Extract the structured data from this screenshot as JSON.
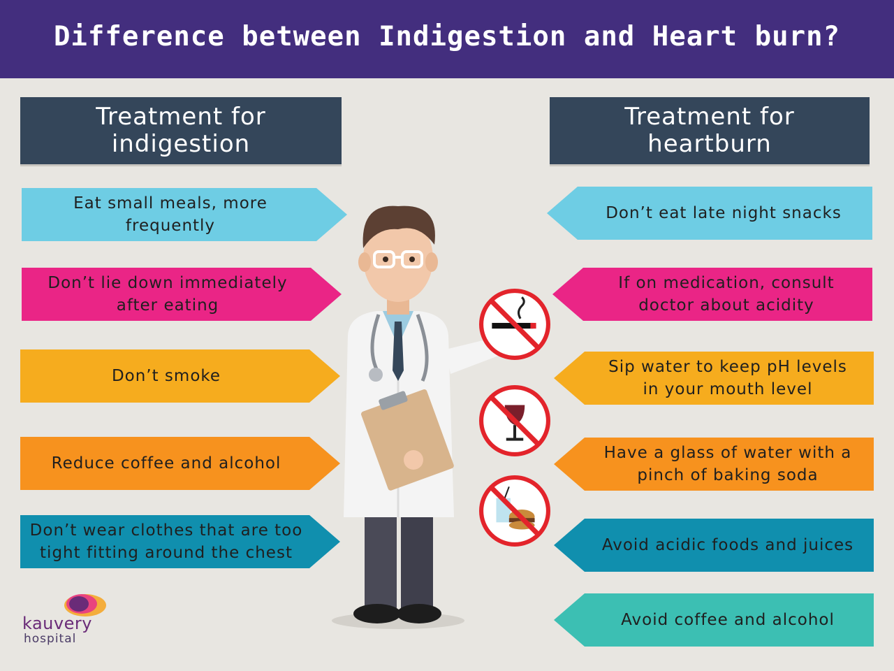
{
  "title": "Difference between Indigestion and Heart burn?",
  "left_header": "Treatment for\nindigestion",
  "right_header": "Treatment for\nheartburn",
  "indigestion_tips": [
    "Eat small meals, more\nfrequently",
    "Don’t lie down immediately\nafter eating",
    "Don’t smoke",
    "Reduce coffee and alcohol",
    "Don’t wear clothes that are too\ntight fitting around the chest"
  ],
  "heartburn_tips": [
    "Don’t eat late night snacks",
    "If on medication, consult\ndoctor about acidity",
    "Sip water to keep pH levels\nin your mouth level",
    "Have a glass of water with a\npinch of baking soda",
    "Avoid acidic foods and juices",
    "Avoid coffee and alcohol"
  ],
  "logo": {
    "name": "kauvery",
    "sub": "hospital"
  },
  "icons": [
    "doctor-illustration",
    "no-smoking-icon",
    "no-alcohol-icon",
    "no-junk-food-icon",
    "kauvery-logo-icon"
  ],
  "colors": {
    "banner": "#432e7e",
    "header": "#34465a",
    "blue": "#6ecde4",
    "pink": "#ea2586",
    "yellow": "#f6ac1e",
    "orange": "#f7921e",
    "teal": "#108fae",
    "mint": "#3cbfb3",
    "prohibit": "#e3242b"
  }
}
